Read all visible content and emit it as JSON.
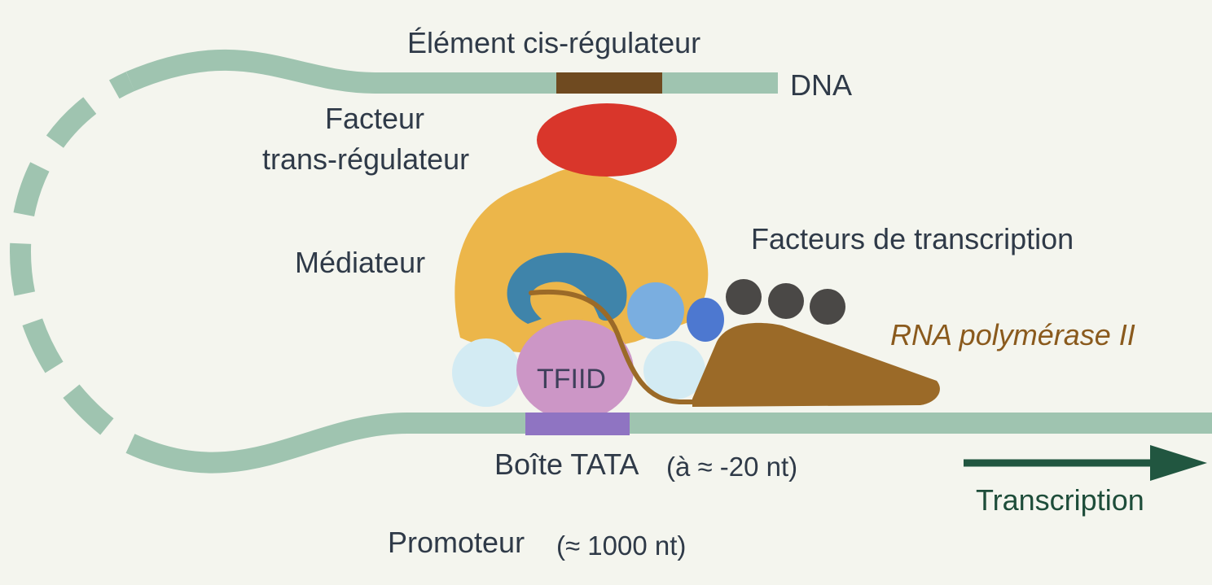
{
  "labels": {
    "cis_element": "Élément cis-régulateur",
    "dna": "DNA",
    "trans_factor_line1": "Facteur",
    "trans_factor_line2": "trans-régulateur",
    "mediator": "Médiateur",
    "transcription_factors": "Facteurs de transcription",
    "rna_pol": "RNA polymérase II",
    "tfiid": "TFIID",
    "tata_box": "Boîte TATA",
    "tata_position": "(à ≈ -20 nt)",
    "transcription": "Transcription",
    "promoter": "Promoteur",
    "promoter_length": "(≈ 1000 nt)"
  },
  "colors": {
    "background": "#f4f5ee",
    "dna": "#9fc4b0",
    "cis_element": "#6f4a20",
    "trans_factor": "#d9362b",
    "mediator": "#ecb64a",
    "tfiid": "#cc96c6",
    "tata_box": "#8f74c2",
    "rna_pol": "#9b6a28",
    "blue_dark": "#3f84aa",
    "blue_light": "#7aaee0",
    "blue_mid": "#4d78d0",
    "pale_blue": "#d3ebf3",
    "transcription_factors": "#4a4846",
    "arrow": "#215640"
  }
}
